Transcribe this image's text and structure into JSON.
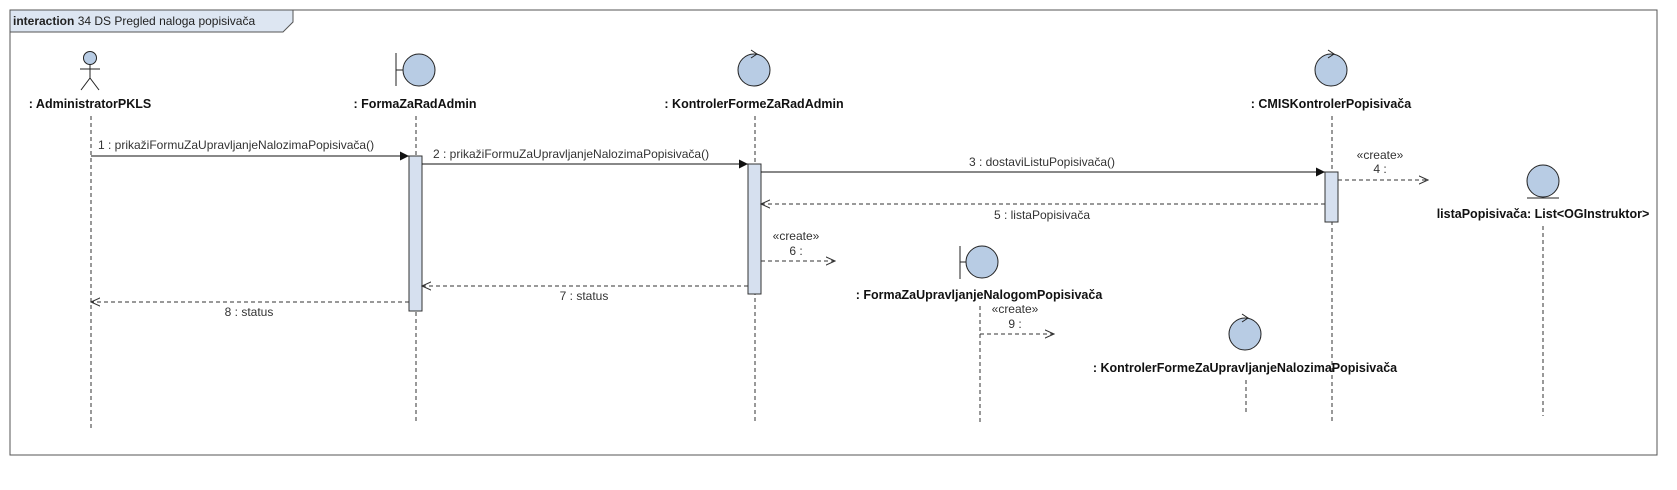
{
  "frame": {
    "keyword": "interaction",
    "title": "34 DS Pregled naloga popisivača"
  },
  "lifelines": [
    {
      "id": "admin",
      "kind": "actor",
      "name": ": AdministratorPKLS"
    },
    {
      "id": "forma",
      "kind": "boundary",
      "name": ": FormaZaRadAdmin"
    },
    {
      "id": "kontroler",
      "kind": "control",
      "name": ": KontrolerFormeZaRadAdmin"
    },
    {
      "id": "cmis",
      "kind": "control",
      "name": ": CMISKontrolerPopisivača"
    },
    {
      "id": "lista",
      "kind": "entity",
      "name": "listaPopisivača: List<OGInstruktor>"
    },
    {
      "id": "formaUpr",
      "kind": "boundary",
      "name": ": FormaZaUpravljanjeNalogomPopisivača"
    },
    {
      "id": "kontrolerUpr",
      "kind": "control",
      "name": ": KontrolerFormeZaUpravljanjeNalozimaPopisivača"
    }
  ],
  "messages": [
    {
      "id": "m1",
      "text": "1 : prikažiFormuZaUpravljanjeNalozimaPopisivača()",
      "type": "sync"
    },
    {
      "id": "m2",
      "text": "2 : prikažiFormuZaUpravljanjeNalozimaPopisivača()",
      "type": "sync"
    },
    {
      "id": "m3",
      "text": "3 : dostaviListuPopisivača()",
      "type": "sync"
    },
    {
      "id": "m4",
      "stereotype": "«create»",
      "text": "4 :",
      "type": "create"
    },
    {
      "id": "m5",
      "text": "5 : listaPopisivača",
      "type": "reply"
    },
    {
      "id": "m6",
      "stereotype": "«create»",
      "text": "6 :",
      "type": "create"
    },
    {
      "id": "m7",
      "text": "7 : status",
      "type": "reply"
    },
    {
      "id": "m8",
      "text": "8 : status",
      "type": "reply"
    },
    {
      "id": "m9",
      "stereotype": "«create»",
      "text": "9 :",
      "type": "create"
    }
  ],
  "colors": {
    "icon_fill": "#b8cce4",
    "activation_fill": "#d6e0ef",
    "frame_tab_fill": "#dde6f2",
    "line": "#222222"
  }
}
